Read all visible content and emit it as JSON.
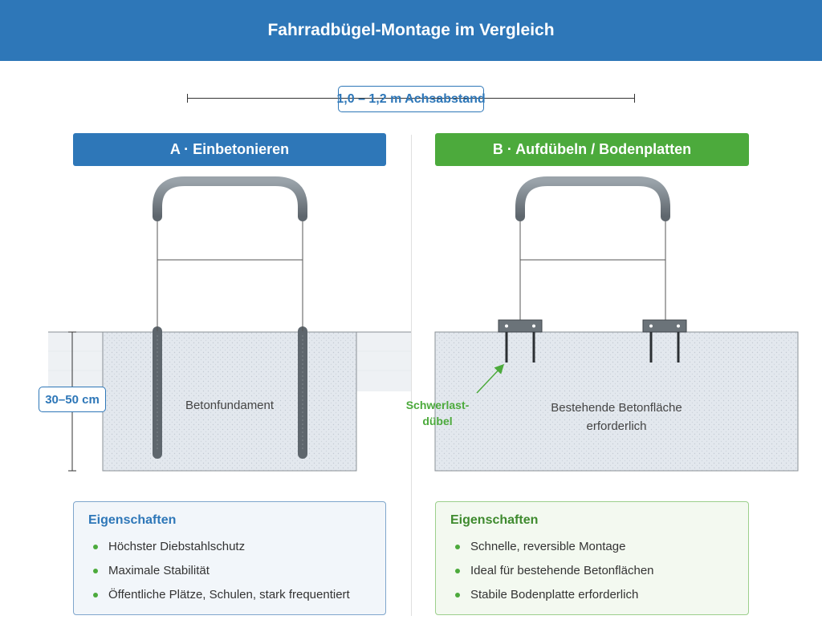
{
  "header": {
    "title": "Fahrradbügel-Montage im Vergleich"
  },
  "dimension": {
    "label": "1,0 – 1,2 m Achsabstand"
  },
  "column_a": {
    "title": "A · Einbetonieren",
    "foundation_label": "Betonfundament",
    "depth_label": "30–50 cm"
  },
  "column_b": {
    "title": "B · Aufdübeln / Bodenplatten",
    "surface_label_line1": "Bestehende Betonfläche",
    "surface_label_line2": "erforderlich",
    "anchor_label_line1": "Schwerlast-",
    "anchor_label_line2": "dübel"
  },
  "cards": {
    "a": {
      "title": "Eigenschaften",
      "items": [
        "Höchster Diebstahlschutz",
        "Maximale Stabilität",
        "Öffentliche Plätze, Schulen, stark frequentiert"
      ]
    },
    "b": {
      "title": "Eigenschaften",
      "items": [
        "Schnelle, reversible Montage",
        "Ideal für bestehende Betonflächen",
        "Stabile Bodenplatte erforderlich"
      ]
    }
  },
  "colors": {
    "blue": "#2e77b8",
    "green": "#4caa3c",
    "steel": "#6b7379",
    "concrete": "#e3e8ee"
  }
}
